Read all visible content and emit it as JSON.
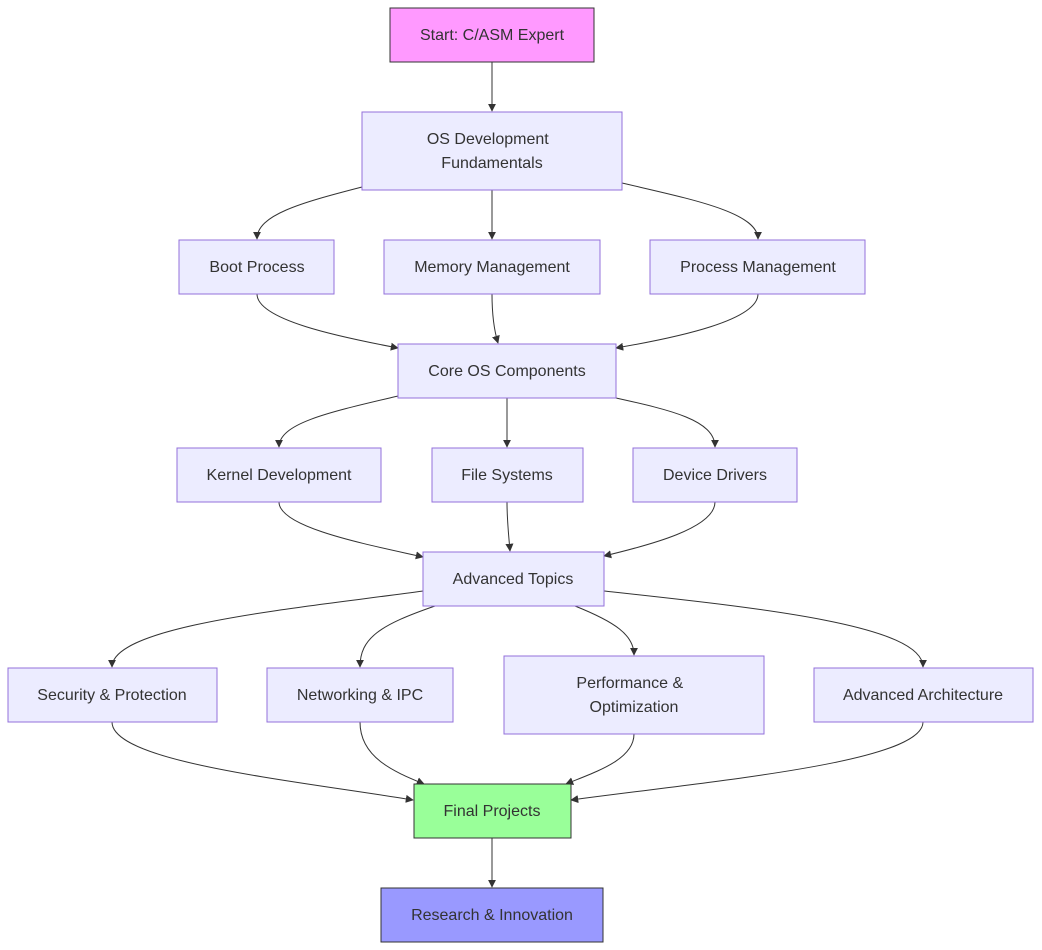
{
  "nodes": {
    "start": {
      "label": "Start: C/ASM Expert",
      "fill": "#ff99ff",
      "stroke": "#333333"
    },
    "os_fundamentals": {
      "lines": [
        "OS Development",
        "Fundamentals"
      ],
      "fill": "#ececff",
      "stroke": "#9370db"
    },
    "boot_process": {
      "label": "Boot Process",
      "fill": "#ececff",
      "stroke": "#9370db"
    },
    "memory_management": {
      "label": "Memory Management",
      "fill": "#ececff",
      "stroke": "#9370db"
    },
    "process_management": {
      "label": "Process Management",
      "fill": "#ececff",
      "stroke": "#9370db"
    },
    "core_os": {
      "label": "Core OS Components",
      "fill": "#ececff",
      "stroke": "#9370db"
    },
    "kernel_development": {
      "label": "Kernel Development",
      "fill": "#ececff",
      "stroke": "#9370db"
    },
    "file_systems": {
      "label": "File Systems",
      "fill": "#ececff",
      "stroke": "#9370db"
    },
    "device_drivers": {
      "label": "Device Drivers",
      "fill": "#ececff",
      "stroke": "#9370db"
    },
    "advanced_topics": {
      "label": "Advanced Topics",
      "fill": "#ececff",
      "stroke": "#9370db"
    },
    "security": {
      "label": "Security & Protection",
      "fill": "#ececff",
      "stroke": "#9370db"
    },
    "networking": {
      "label": "Networking & IPC",
      "fill": "#ececff",
      "stroke": "#9370db"
    },
    "performance": {
      "lines": [
        "Performance &",
        "Optimization"
      ],
      "fill": "#ececff",
      "stroke": "#9370db"
    },
    "advanced_architecture": {
      "label": "Advanced Architecture",
      "fill": "#ececff",
      "stroke": "#9370db"
    },
    "final_projects": {
      "label": "Final Projects",
      "fill": "#99ff99",
      "stroke": "#333333"
    },
    "research": {
      "label": "Research & Innovation",
      "fill": "#9999ff",
      "stroke": "#333333"
    }
  },
  "edges": [
    [
      "start",
      "os_fundamentals"
    ],
    [
      "os_fundamentals",
      "boot_process"
    ],
    [
      "os_fundamentals",
      "memory_management"
    ],
    [
      "os_fundamentals",
      "process_management"
    ],
    [
      "boot_process",
      "core_os"
    ],
    [
      "memory_management",
      "core_os"
    ],
    [
      "process_management",
      "core_os"
    ],
    [
      "core_os",
      "kernel_development"
    ],
    [
      "core_os",
      "file_systems"
    ],
    [
      "core_os",
      "device_drivers"
    ],
    [
      "kernel_development",
      "advanced_topics"
    ],
    [
      "file_systems",
      "advanced_topics"
    ],
    [
      "device_drivers",
      "advanced_topics"
    ],
    [
      "advanced_topics",
      "security"
    ],
    [
      "advanced_topics",
      "networking"
    ],
    [
      "advanced_topics",
      "performance"
    ],
    [
      "advanced_topics",
      "advanced_architecture"
    ],
    [
      "security",
      "final_projects"
    ],
    [
      "networking",
      "final_projects"
    ],
    [
      "performance",
      "final_projects"
    ],
    [
      "advanced_architecture",
      "final_projects"
    ],
    [
      "final_projects",
      "research"
    ]
  ],
  "colors": {
    "edge": "#333333"
  }
}
